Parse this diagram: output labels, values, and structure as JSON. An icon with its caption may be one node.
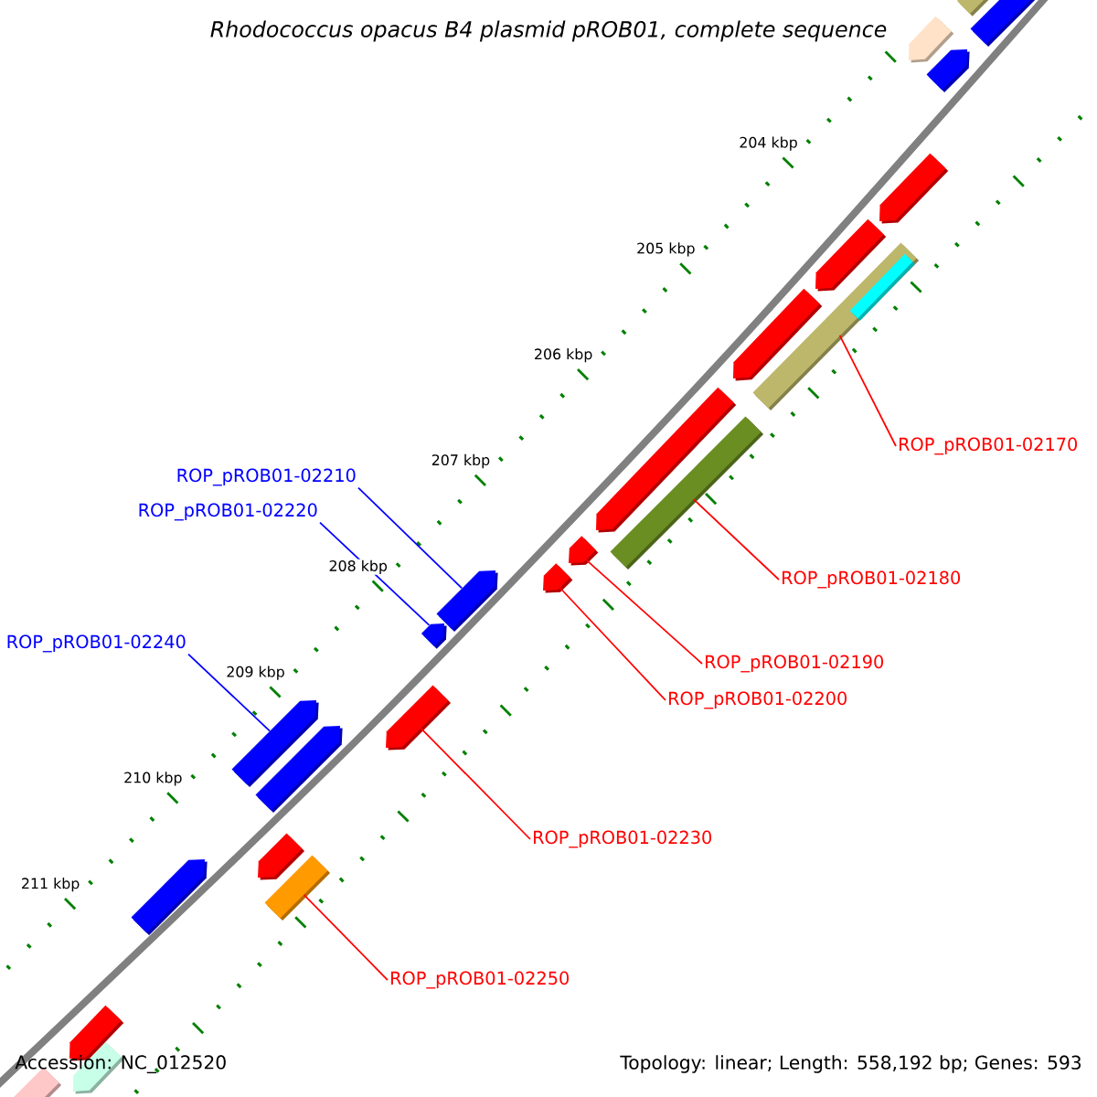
{
  "diagram": {
    "title": "Rhodococcus opacus B4 plasmid pROB01, complete sequence",
    "nodes": [
      {
        "text": [
          "ROP_pROB01-02210"
        ]
      },
      {
        "text": [
          "ROP_pROB01-02220"
        ]
      },
      {
        "text": [
          "ROP_pROB01-02240"
        ]
      },
      {
        "text": [
          "ROP_pROB01-02170"
        ]
      },
      {
        "text": [
          "ROP_pROB01-02180"
        ]
      },
      {
        "text": [
          "ROP_pROB01-02190"
        ]
      },
      {
        "text": [
          "ROP_pROB01-02200"
        ]
      },
      {
        "text": [
          "ROP_pROB01-02230"
        ]
      },
      {
        "text": [
          "ROP_pROB01-02250"
        ]
      },
      {
        "text": [],
        "shape": "bar"
      },
      {
        "text": [],
        "shape": "pentagon"
      },
      {
        "text": [],
        "shape": "pentagon"
      },
      {
        "text": [],
        "shape": "pentagon"
      },
      {
        "text": [],
        "shape": "pentagon"
      },
      {
        "text": [],
        "shape": "pentagon"
      },
      {
        "text": [],
        "shape": "bar"
      },
      {
        "text": [],
        "shape": "bar",
        "in": 15
      },
      {
        "text": [],
        "shape": "pentagon"
      },
      {
        "text": [],
        "shape": "pentagon"
      },
      {
        "text": [],
        "shape": "bar"
      },
      {
        "text": [],
        "shape": "pentagon"
      },
      {
        "text": [],
        "shape": "pentagon"
      },
      {
        "text": [],
        "shape": "pentagon"
      },
      {
        "text": [],
        "shape": "pentagon"
      },
      {
        "text": [],
        "shape": "pentagon"
      },
      {
        "text": [],
        "shape": "pentagon"
      },
      {
        "text": [],
        "shape": "pentagon"
      },
      {
        "text": [],
        "shape": "pentagon"
      },
      {
        "text": [],
        "shape": "bar"
      },
      {
        "text": [],
        "shape": "pentagon"
      },
      {
        "text": [],
        "shape": "pentagon"
      },
      {
        "text": [],
        "shape": "pentagon"
      },
      {
        "text": [],
        "shape": "pentagon"
      }
    ],
    "edges": [
      {
        "from": 0,
        "to": 22,
        "arrow": "none",
        "color": "#0000ff"
      },
      {
        "from": 1,
        "to": 23,
        "arrow": "none",
        "color": "#0000ff"
      },
      {
        "from": 2,
        "to": 25,
        "arrow": "none",
        "color": "#0000ff"
      },
      {
        "from": 3,
        "to": 15,
        "arrow": "none"
      },
      {
        "from": 4,
        "to": 19,
        "arrow": "none"
      },
      {
        "from": 5,
        "to": 20,
        "arrow": "none"
      },
      {
        "from": 6,
        "to": 21,
        "arrow": "none"
      },
      {
        "from": 7,
        "to": 24,
        "arrow": "none"
      },
      {
        "from": 8,
        "to": 28,
        "arrow": "none"
      }
    ],
    "labels": [
      "204 kbp",
      "205 kbp",
      "206 kbp",
      "207 kbp",
      "208 kbp",
      "209 kbp",
      "210 kbp",
      "211 kbp",
      "Accession: NC_012520",
      "Topology: linear; Length: 558,192 bp; Genes: 593"
    ]
  }
}
